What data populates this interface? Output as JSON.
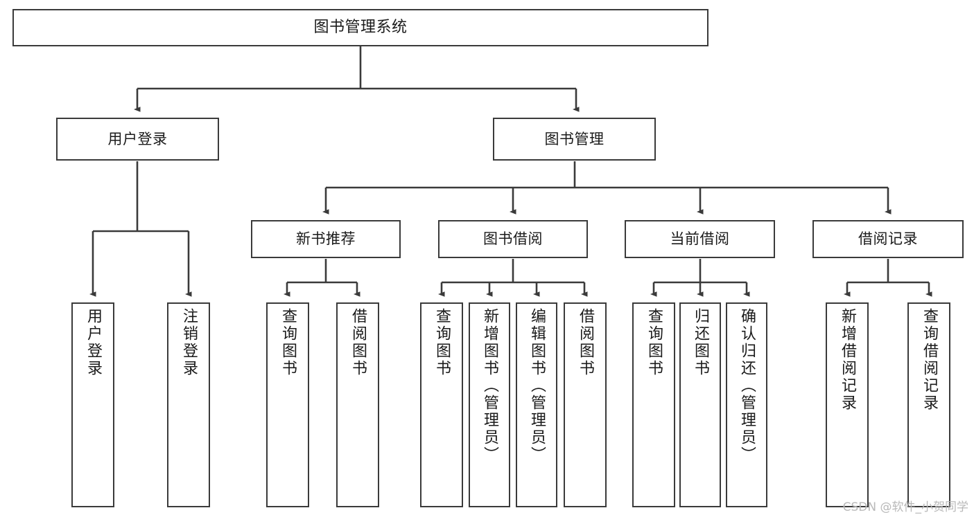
{
  "diagram": {
    "title": "图书管理系统",
    "type": "hierarchy-tree",
    "orientation": "top-down",
    "root": {
      "id": "root",
      "label": "图书管理系统",
      "text_orientation": "horizontal"
    },
    "level2": [
      {
        "id": "user-login",
        "label": "用户登录",
        "text_orientation": "horizontal"
      },
      {
        "id": "book-manage",
        "label": "图书管理",
        "text_orientation": "horizontal"
      }
    ],
    "level3": [
      {
        "id": "new-book-recommend",
        "label": "新书推荐",
        "parent": "book-manage",
        "text_orientation": "horizontal"
      },
      {
        "id": "book-borrow",
        "label": "图书借阅",
        "parent": "book-manage",
        "text_orientation": "horizontal"
      },
      {
        "id": "current-borrow",
        "label": "当前借阅",
        "parent": "book-manage",
        "text_orientation": "horizontal"
      },
      {
        "id": "borrow-record",
        "label": "借阅记录",
        "parent": "book-manage",
        "text_orientation": "horizontal"
      }
    ],
    "leaves": [
      {
        "id": "leaf-user-login",
        "label": "用户登录",
        "parent": "user-login",
        "text_orientation": "vertical"
      },
      {
        "id": "leaf-user-logout",
        "label": "注销登录",
        "parent": "user-login",
        "text_orientation": "vertical"
      },
      {
        "id": "leaf-query-book-1",
        "label": "查询图书",
        "parent": "new-book-recommend",
        "text_orientation": "vertical"
      },
      {
        "id": "leaf-borrow-book-1",
        "label": "借阅图书",
        "parent": "new-book-recommend",
        "text_orientation": "vertical"
      },
      {
        "id": "leaf-query-book-2",
        "label": "查询图书",
        "parent": "book-borrow",
        "text_orientation": "vertical"
      },
      {
        "id": "leaf-add-book",
        "label": "新增图书（管理员）",
        "parent": "book-borrow",
        "text_orientation": "vertical"
      },
      {
        "id": "leaf-edit-book",
        "label": "编辑图书（管理员）",
        "parent": "book-borrow",
        "text_orientation": "vertical"
      },
      {
        "id": "leaf-borrow-book-2",
        "label": "借阅图书",
        "parent": "book-borrow",
        "text_orientation": "vertical"
      },
      {
        "id": "leaf-query-book-3",
        "label": "查询图书",
        "parent": "current-borrow",
        "text_orientation": "vertical"
      },
      {
        "id": "leaf-return-book",
        "label": "归还图书",
        "parent": "current-borrow",
        "text_orientation": "vertical"
      },
      {
        "id": "leaf-confirm-return",
        "label": "确认归还（管理员）",
        "parent": "current-borrow",
        "text_orientation": "vertical"
      },
      {
        "id": "leaf-add-record",
        "label": "新增借阅记录",
        "parent": "borrow-record",
        "text_orientation": "vertical"
      },
      {
        "id": "leaf-query-record",
        "label": "查询借阅记录",
        "parent": "borrow-record",
        "text_orientation": "vertical"
      }
    ],
    "colors": {
      "border": "#3a3a3a",
      "connector": "#3a3a3a",
      "text": "#1a1a1a",
      "background": "#ffffff",
      "watermark": "#b9b9b9"
    }
  },
  "watermark": {
    "text": "CSDN @软件_小贺同学"
  }
}
